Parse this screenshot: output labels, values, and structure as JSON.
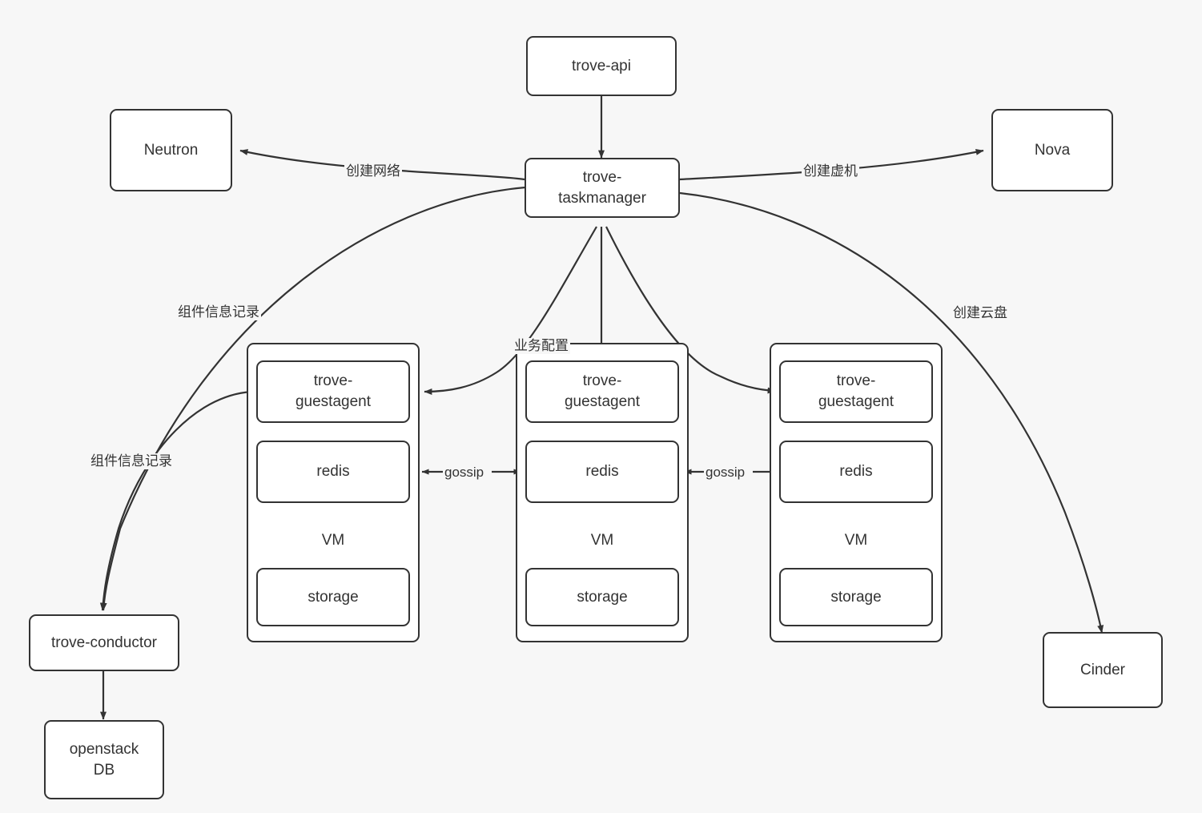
{
  "diagram": {
    "title": "OpenStack Trove Redis Cluster Architecture",
    "background_color": "#f7f7f7",
    "stroke_color": "#333333",
    "node_fill": "#ffffff",
    "text_color": "#333333"
  },
  "nodes": {
    "trove_api": "trove-api",
    "trove_taskmanager": "trove-\ntaskmanager",
    "neutron": "Neutron",
    "nova": "Nova",
    "cinder": "Cinder",
    "trove_conductor": "trove-conductor",
    "openstack_db": "openstack\nDB"
  },
  "vms": [
    {
      "id": "vm-left",
      "guestagent": "trove-\nguestagent",
      "redis": "redis",
      "vm_label": "VM",
      "storage": "storage"
    },
    {
      "id": "vm-middle",
      "guestagent": "trove-\nguestagent",
      "redis": "redis",
      "vm_label": "VM",
      "storage": "storage"
    },
    {
      "id": "vm-right",
      "guestagent": "trove-\nguestagent",
      "redis": "redis",
      "vm_label": "VM",
      "storage": "storage"
    }
  ],
  "edge_labels": {
    "create_network": "创建网络",
    "create_vm": "创建虚机",
    "create_volume": "创建云盘",
    "component_record_top": "组件信息记录",
    "component_record_bottom": "组件信息记录",
    "service_config": "业务配置",
    "gossip_left": "gossip",
    "gossip_right": "gossip"
  },
  "edges": [
    {
      "from": "trove-api",
      "to": "trove-taskmanager",
      "label": "",
      "arrow": "one-way"
    },
    {
      "from": "trove-taskmanager",
      "to": "neutron",
      "label": "创建网络",
      "arrow": "one-way"
    },
    {
      "from": "trove-taskmanager",
      "to": "nova",
      "label": "创建虚机",
      "arrow": "one-way"
    },
    {
      "from": "trove-taskmanager",
      "to": "cinder",
      "label": "创建云盘",
      "arrow": "one-way"
    },
    {
      "from": "trove-taskmanager",
      "to": "trove-conductor",
      "label": "组件信息记录",
      "arrow": "one-way"
    },
    {
      "from": "vm-left-guestagent",
      "to": "trove-conductor",
      "label": "组件信息记录",
      "arrow": "one-way"
    },
    {
      "from": "trove-conductor",
      "to": "openstack-db",
      "label": "",
      "arrow": "one-way"
    },
    {
      "from": "trove-taskmanager",
      "to": "vm-left-guestagent",
      "label": "",
      "arrow": "one-way"
    },
    {
      "from": "trove-taskmanager",
      "to": "vm-middle-guestagent",
      "label": "业务配置",
      "arrow": "one-way"
    },
    {
      "from": "trove-taskmanager",
      "to": "vm-right-guestagent",
      "label": "",
      "arrow": "one-way"
    },
    {
      "from": "vm-left-redis",
      "to": "vm-middle-redis",
      "label": "gossip",
      "arrow": "two-way"
    },
    {
      "from": "vm-middle-redis",
      "to": "vm-right-redis",
      "label": "gossip",
      "arrow": "two-way"
    }
  ]
}
